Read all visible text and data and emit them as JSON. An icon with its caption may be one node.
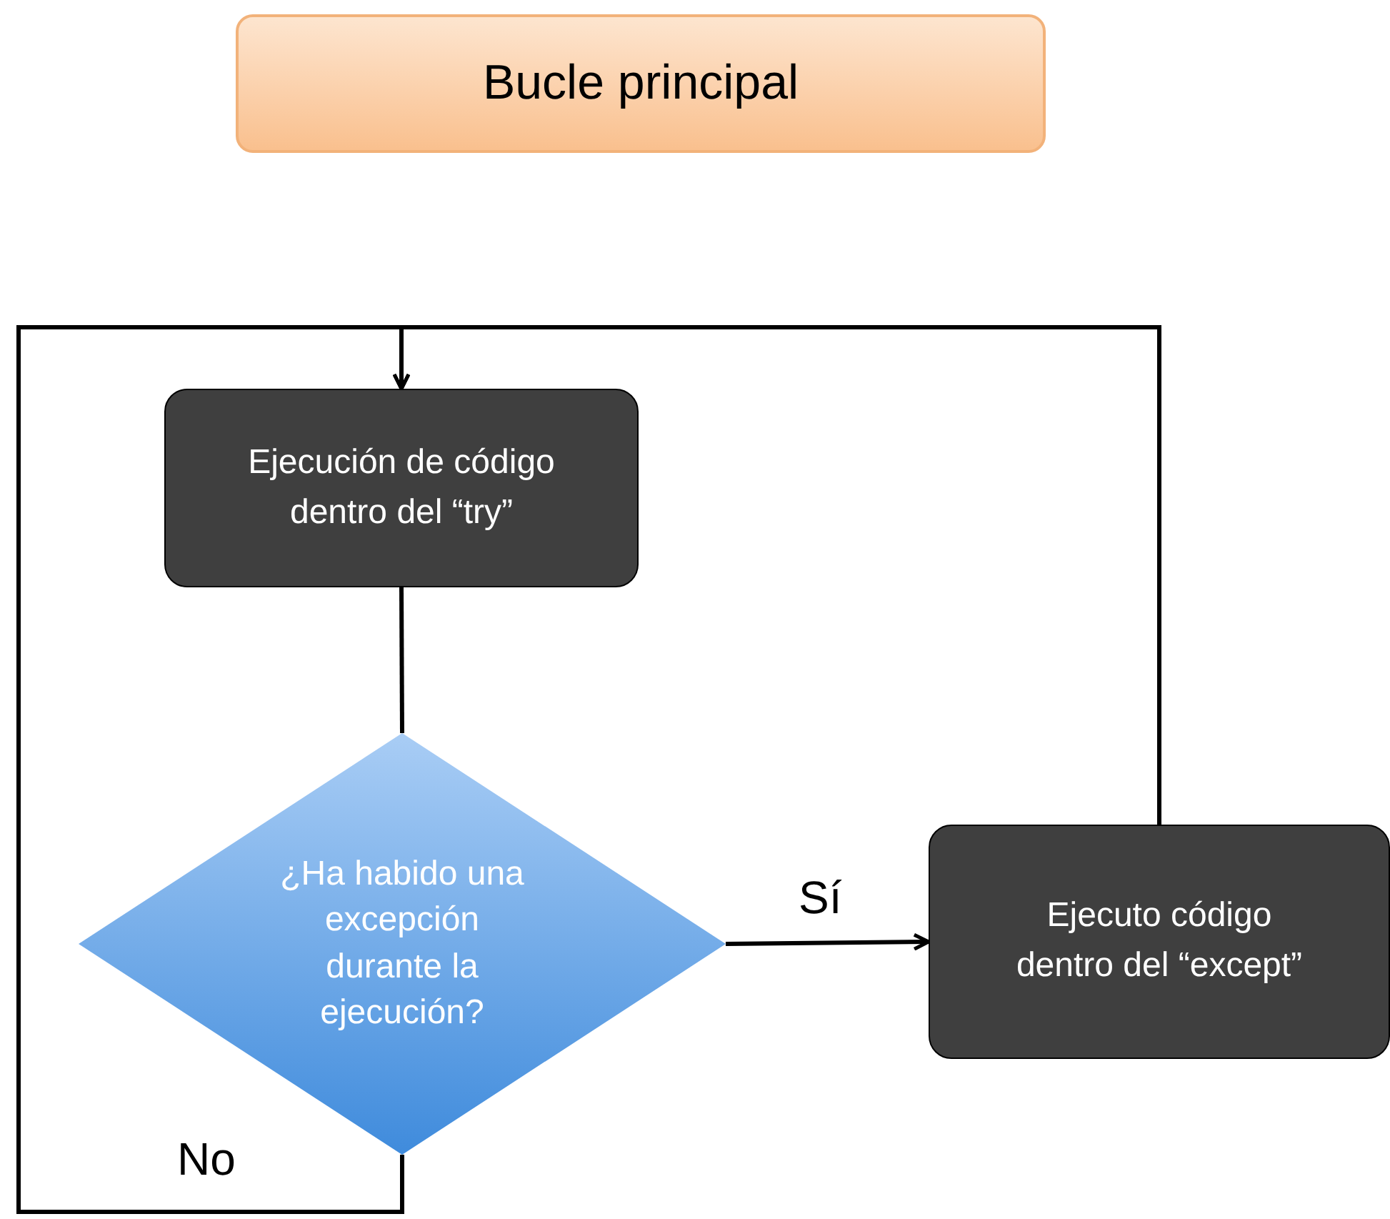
{
  "diagram": {
    "nodes": [
      {
        "text": [
          "Bucle principal"
        ]
      },
      {
        "text": [
          "Ejecución de código dentro del “try”"
        ]
      },
      {
        "text": [
          "¿Ha habido una excepción durante la ejecución?"
        ]
      },
      {
        "text": [
          "Ejecuto código dentro del “except”"
        ]
      }
    ],
    "edges": [
      {
        "from": 1,
        "to": 2,
        "arrow": "none"
      },
      {
        "from": 2,
        "to": 3,
        "arrow": "to",
        "label": "Sí"
      },
      {
        "from": 2,
        "to": 1,
        "arrow": "to",
        "label": "No"
      },
      {
        "from": 3,
        "to": 1,
        "arrow": "to"
      }
    ]
  }
}
